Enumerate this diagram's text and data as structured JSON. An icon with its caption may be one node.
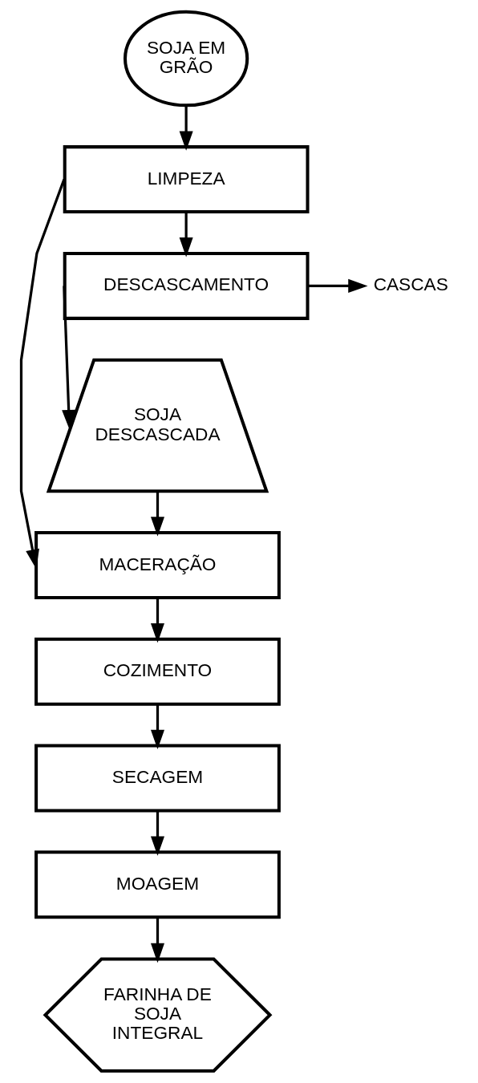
{
  "diagram": {
    "nodes": [
      {
        "text": [
          "SOJA EM GRÃO"
        ]
      },
      {
        "text": [
          "LIMPEZA"
        ]
      },
      {
        "text": [
          "DESCASCAMENTO"
        ]
      },
      {
        "text": [
          "CASCAS"
        ]
      },
      {
        "text": [
          "SOJA DESCASCADA"
        ]
      },
      {
        "text": [
          "MACERAÇÃO"
        ]
      },
      {
        "text": [
          "COZIMENTO"
        ]
      },
      {
        "text": [
          "SECAGEM"
        ]
      },
      {
        "text": [
          "MOAGEM"
        ]
      },
      {
        "text": [
          "FARINHA DE SOJA INTEGRAL"
        ]
      }
    ],
    "edges": [
      {
        "from": 0,
        "to": 1,
        "arrow": "to"
      },
      {
        "from": 1,
        "to": 2,
        "arrow": "to"
      },
      {
        "from": 2,
        "to": 3,
        "arrow": "to"
      },
      {
        "from": 2,
        "to": 4,
        "arrow": "to"
      },
      {
        "from": 4,
        "to": 5,
        "arrow": "to"
      },
      {
        "from": 1,
        "to": 5,
        "arrow": "to"
      },
      {
        "from": 5,
        "to": 6,
        "arrow": "to"
      },
      {
        "from": 6,
        "to": 7,
        "arrow": "to"
      },
      {
        "from": 7,
        "to": 8,
        "arrow": "to"
      },
      {
        "from": 8,
        "to": 9,
        "arrow": "to"
      }
    ]
  }
}
